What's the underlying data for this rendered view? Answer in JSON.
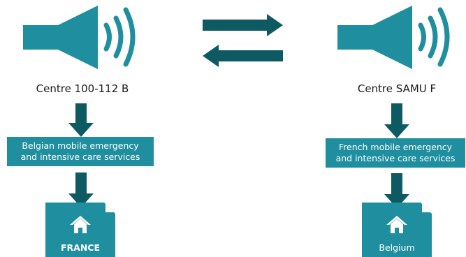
{
  "colors": {
    "teal": "#1f8fa0",
    "dark_teal": "#0e5a63",
    "text": "#1a1a1a",
    "white": "#ffffff"
  },
  "exchange": {
    "icon": "bidirectional-arrows-icon"
  },
  "left": {
    "speaker_icon": "speaker-sound-icon",
    "centre_label": "Centre 100-112 B",
    "service_line1": "Belgian mobile emergency",
    "service_line2": "and intensive care services",
    "destination_icon": "home-icon",
    "destination_label": "FRANCE"
  },
  "right": {
    "speaker_icon": "speaker-sound-icon",
    "centre_label": "Centre SAMU F",
    "service_line1": "French mobile emergency",
    "service_line2": "and intensive care services",
    "destination_icon": "home-icon",
    "destination_label": "Belgium"
  }
}
